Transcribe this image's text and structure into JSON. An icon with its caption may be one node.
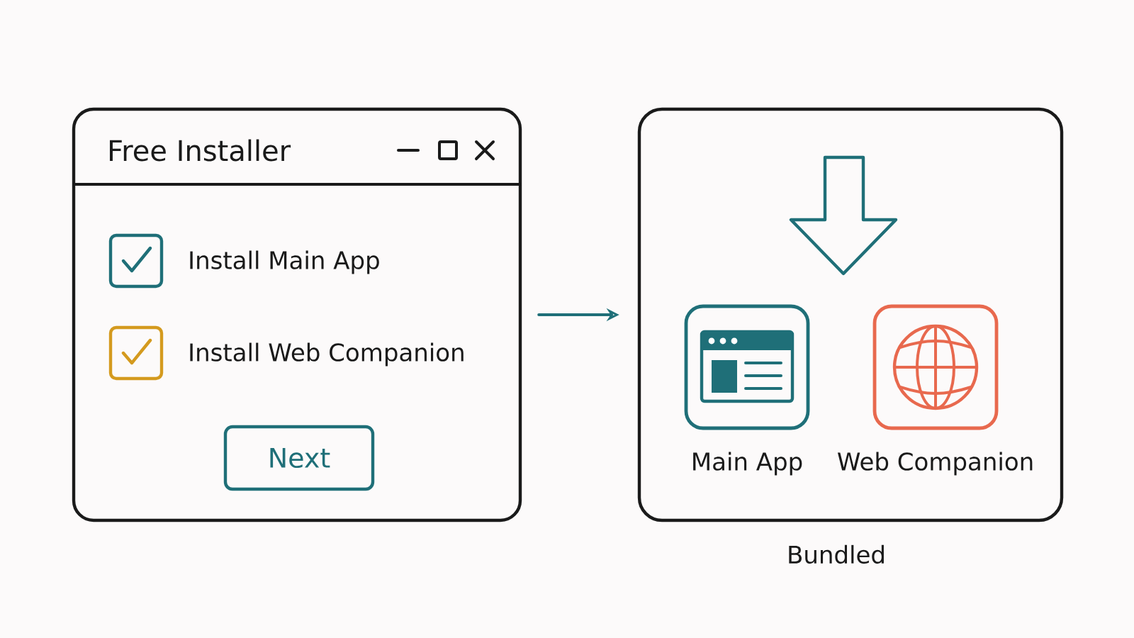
{
  "diagram": {
    "nodes": [
      {
        "text": [
          "Free Installer"
        ]
      },
      {
        "text": [],
        "shape": "box",
        "beside": [
          "Install Main App"
        ],
        "in": 0
      },
      {
        "text": [],
        "shape": "box",
        "beside": [
          "Install Web Companion"
        ],
        "in": 0
      },
      {
        "text": [
          "Next"
        ],
        "in": 0
      },
      {
        "text": [],
        "shape": "box",
        "beside": [
          "Bundled"
        ]
      },
      {
        "text": [
          "Main App"
        ],
        "in": 4
      },
      {
        "text": [
          "Web Companion"
        ],
        "in": 4
      }
    ],
    "edges": [
      {
        "from": 0,
        "to": 4,
        "arrow": "to"
      }
    ]
  }
}
